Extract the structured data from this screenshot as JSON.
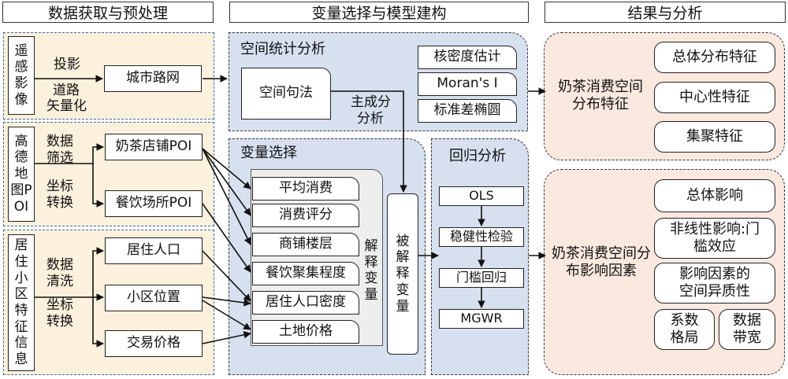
{
  "headers": {
    "acquire": "数据获取与预处理",
    "model": "变量选择与模型建构",
    "result": "结果与分析"
  },
  "sources": {
    "remote": {
      "label": "遥感影像",
      "op1": "投影",
      "op2": "道路",
      "op3": "矢量化",
      "output": "城市路网"
    },
    "amap": {
      "label": "高德地图POI",
      "op1": "数据",
      "op2": "筛选",
      "op3": "坐标",
      "op4": "转换",
      "out1": "奶茶店铺POI",
      "out2": "餐饮场所POI"
    },
    "residential": {
      "label": "居住小区特征信息",
      "op1": "数据",
      "op2": "清洗",
      "op3": "坐标",
      "op4": "转换",
      "out1": "居住人口",
      "out2": "小区位置",
      "out3": "交易价格"
    }
  },
  "spatial": {
    "title": "空间统计分析",
    "syntax": "空间句法",
    "pca1": "主成分",
    "pca2": "分析",
    "m1": "核密度估计",
    "m2": "Moran's I",
    "m3": "标准差椭圆"
  },
  "variables": {
    "title": "变量选择",
    "items": [
      "平均消费",
      "消费评分",
      "商铺楼层",
      "餐饮聚集程度",
      "居住人口密度",
      "土地价格"
    ],
    "explain": "解释变量",
    "dependent": "被解释变量"
  },
  "regression": {
    "title": "回归分析",
    "steps": [
      "OLS",
      "稳健性检验",
      "门槛回归",
      "MGWR"
    ]
  },
  "results": {
    "dist": {
      "label": "奶茶消费空间分布特征",
      "items": [
        "总体分布特征",
        "中心性特征",
        "集聚特征"
      ]
    },
    "factors": {
      "label": "奶茶消费空间分布影响因素",
      "items": [
        "总体影响",
        "非线性影响:门槛效应",
        "影响因素的空间异质性"
      ],
      "sub": [
        "系数格局",
        "数据带宽"
      ]
    }
  }
}
